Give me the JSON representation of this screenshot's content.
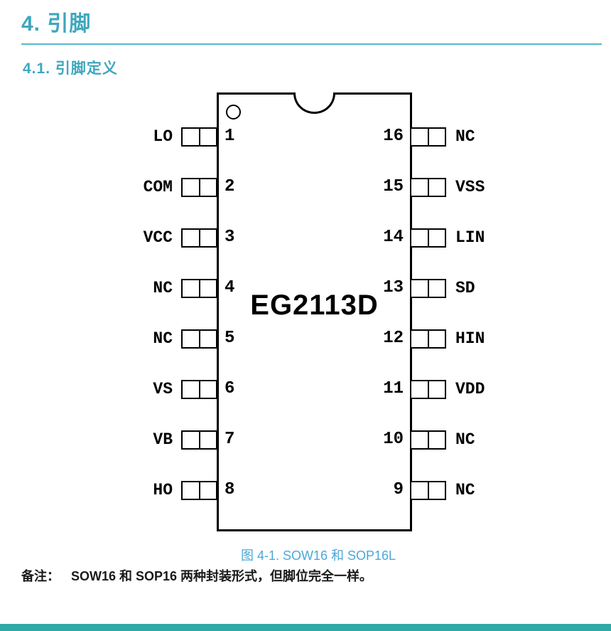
{
  "page": {
    "title": "4. 引脚",
    "subtitle": "4.1. 引脚定义",
    "caption": "图 4-1. SOW16 和 SOP16L",
    "note_label": "备注：",
    "note_text": "SOW16 和 SOP16 两种封装形式，但脚位完全一样。"
  },
  "colors": {
    "heading": "#3EA7BD",
    "divider": "#55B7CF",
    "caption": "#4AA8D8",
    "footer_bar": "#2FAAA6",
    "outline": "#000000"
  },
  "chip": {
    "name": "EG2113D",
    "package_pin1_marker": "circle-indicator",
    "left_pins": [
      {
        "num": "1",
        "label": "LO"
      },
      {
        "num": "2",
        "label": "COM"
      },
      {
        "num": "3",
        "label": "VCC"
      },
      {
        "num": "4",
        "label": "NC"
      },
      {
        "num": "5",
        "label": "NC"
      },
      {
        "num": "6",
        "label": "VS"
      },
      {
        "num": "7",
        "label": "VB"
      },
      {
        "num": "8",
        "label": "HO"
      }
    ],
    "right_pins": [
      {
        "num": "16",
        "label": "NC"
      },
      {
        "num": "15",
        "label": "VSS"
      },
      {
        "num": "14",
        "label": "LIN"
      },
      {
        "num": "13",
        "label": "SD"
      },
      {
        "num": "12",
        "label": "HIN"
      },
      {
        "num": "11",
        "label": "VDD"
      },
      {
        "num": "10",
        "label": "NC"
      },
      {
        "num": "9",
        "label": "NC"
      }
    ]
  }
}
